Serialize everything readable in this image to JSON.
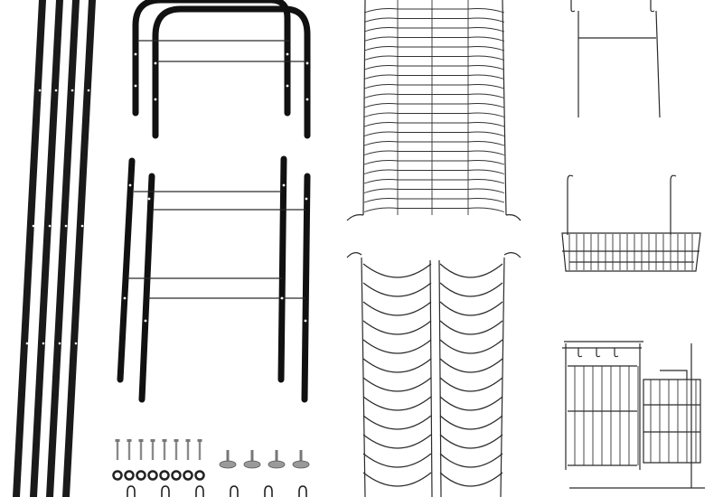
{
  "image": {
    "description_name": "dish-rack-parts-layout",
    "colors": {
      "background": "#ffffff",
      "metal": "#1a1a1a",
      "wire": "#2a2a2a",
      "hardware": "#8a8a8a"
    }
  },
  "parts": {
    "long_poles": {
      "count": 4
    },
    "top_frame_arches": {
      "count": 2
    },
    "lower_frame_sides": {
      "count": 2
    },
    "plate_rack_tiers": {
      "count": 2
    },
    "hanging_hooks_bracket": {
      "count": 1
    },
    "small_basket": {
      "count": 1
    },
    "utensil_holder": {
      "count": 1
    },
    "screws": {
      "count": 8
    },
    "washers": {
      "count": 8
    },
    "leveling_feet": {
      "count": 4
    },
    "s_hooks": {
      "count": 6
    }
  }
}
